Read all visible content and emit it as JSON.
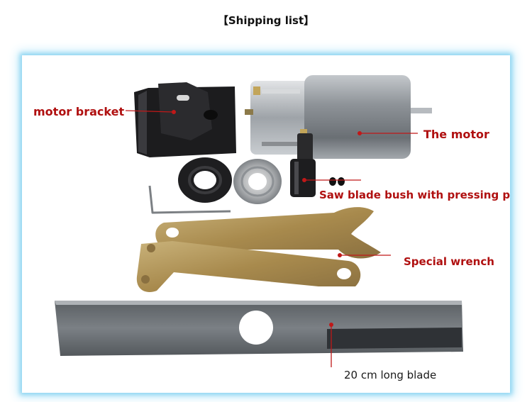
{
  "header": {
    "title": "【Shipping list】"
  },
  "labels": {
    "motor_bracket": "motor bracket",
    "motor": "The motor",
    "bush": "Saw blade bush with pressing plate",
    "wrench": "Special wrench",
    "blade": "20 cm long blade"
  },
  "colors": {
    "label_text": "#b01010",
    "leader_line": "#c01818",
    "frame_glow": "#8fd6f2"
  }
}
